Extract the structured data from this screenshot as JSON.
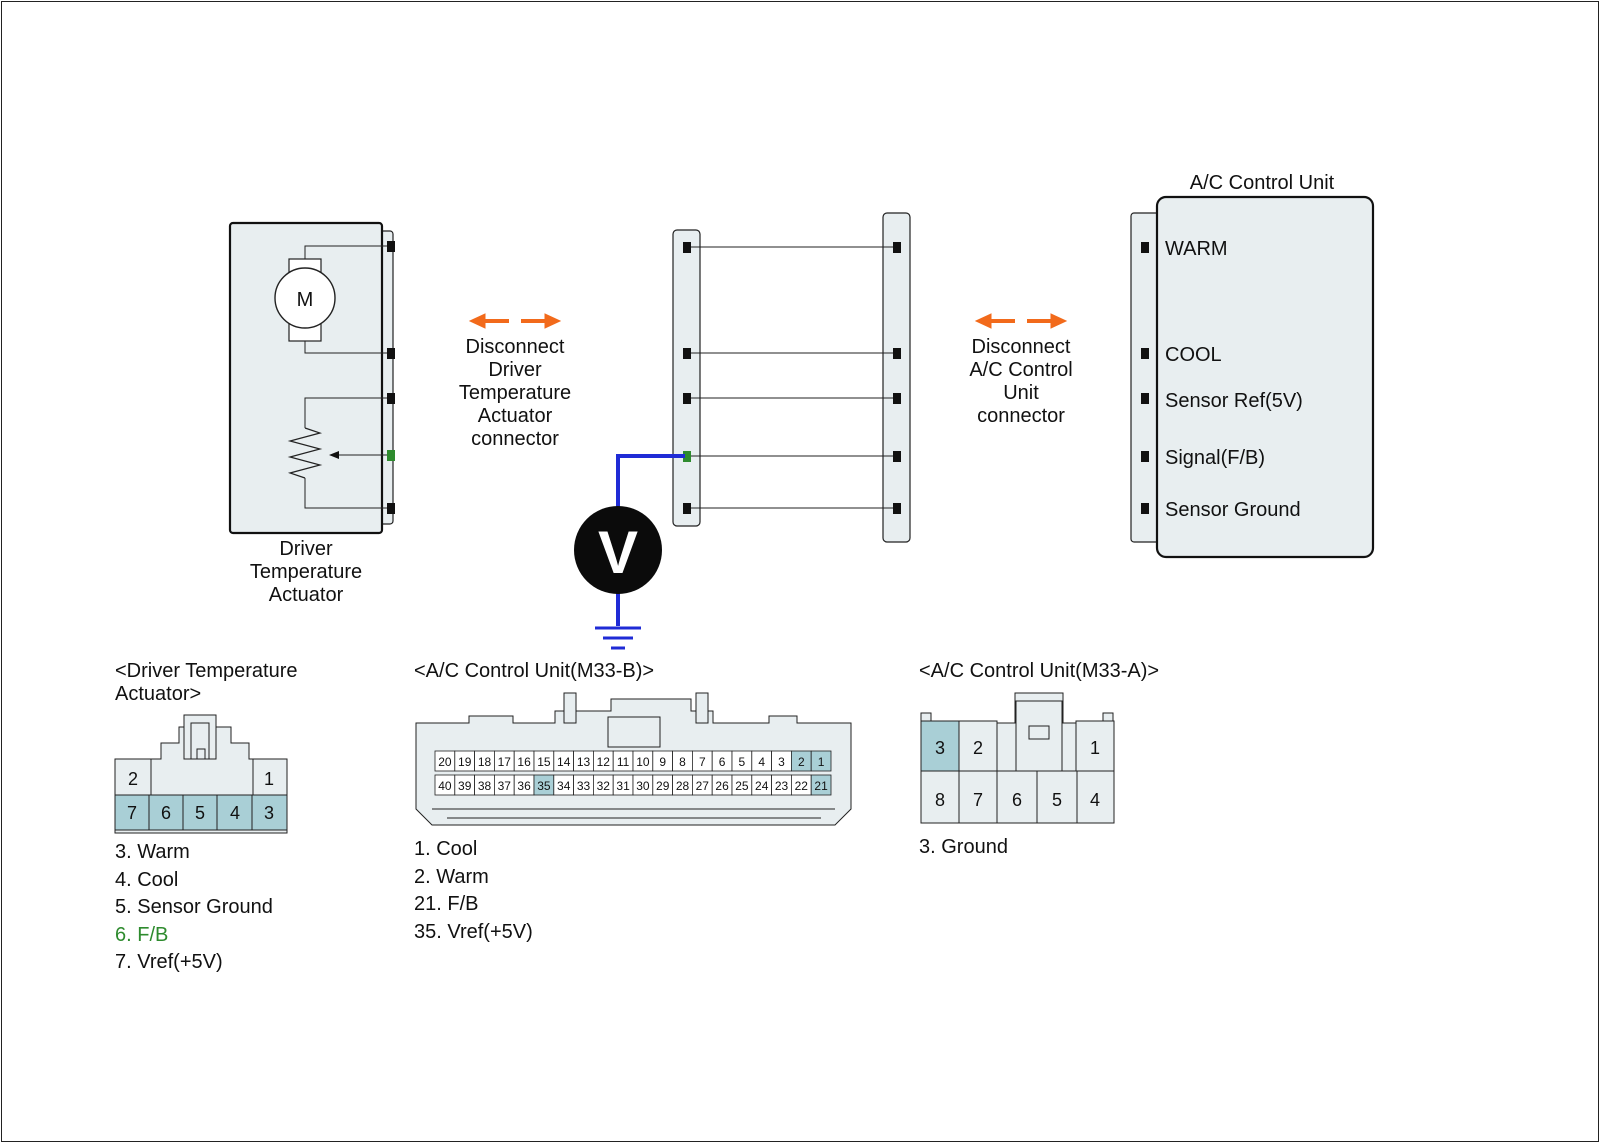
{
  "actuator": {
    "motor_label": "M",
    "caption": [
      "Driver",
      "Temperature",
      "Actuator"
    ]
  },
  "disconnect_left": [
    "Disconnect",
    "Driver",
    "Temperature",
    "Actuator",
    "connector"
  ],
  "disconnect_right": [
    "Disconnect",
    "A/C Control",
    "Unit",
    "connector"
  ],
  "control_unit": {
    "title": "A/C Control Unit",
    "pins": [
      "WARM",
      "COOL",
      "Sensor Ref(5V)",
      "Signal(F/B)",
      "Sensor Ground"
    ]
  },
  "voltmeter_label": "V",
  "connectors": {
    "actuator": {
      "title": [
        "<Driver Temperature",
        "Actuator>"
      ],
      "top_row": [
        "2",
        "1"
      ],
      "bottom_row": [
        "7",
        "6",
        "5",
        "4",
        "3"
      ],
      "pins": [
        "3. Warm",
        "4. Cool",
        "5. Sensor Ground",
        "6. F/B",
        "7. Vref(+5V)"
      ],
      "highlight_pin": "6. F/B"
    },
    "m33b": {
      "title": "<A/C Control Unit(M33-B)>",
      "top_row": [
        "20",
        "19",
        "18",
        "17",
        "16",
        "15",
        "14",
        "13",
        "12",
        "11",
        "10",
        "9",
        "8",
        "7",
        "6",
        "5",
        "4",
        "3",
        "2",
        "1"
      ],
      "bottom_row": [
        "40",
        "39",
        "38",
        "37",
        "36",
        "35",
        "34",
        "33",
        "32",
        "31",
        "30",
        "29",
        "28",
        "27",
        "26",
        "25",
        "24",
        "23",
        "22",
        "21"
      ],
      "highlighted": [
        "2",
        "1",
        "35",
        "21"
      ],
      "pins": [
        "1. Cool",
        "2. Warm",
        "21. F/B",
        "35. Vref(+5V)"
      ]
    },
    "m33a": {
      "title": "<A/C Control Unit(M33-A)>",
      "top_row": [
        "3",
        "2",
        "1"
      ],
      "bottom_row": [
        "8",
        "7",
        "6",
        "5",
        "4"
      ],
      "highlighted": [
        "3"
      ],
      "pins": [
        "3. Ground"
      ]
    }
  },
  "colors": {
    "connector_fill": "#e8eef0",
    "highlight_fill": "#a9cfd6",
    "probe_wire": "#1f2bd6",
    "arrow": "#f26a1b",
    "fb_green": "#2e8b2e"
  }
}
